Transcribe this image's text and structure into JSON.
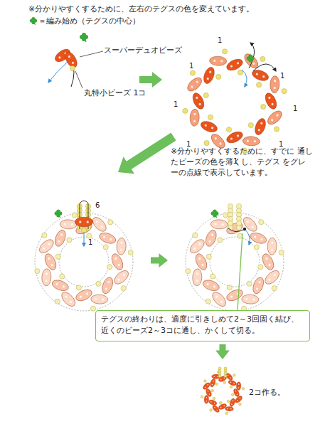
{
  "diagram": {
    "nodes": [
      {
        "text": [
          "テグスの終わりは、適度に引きしめて2～3回固く結び、近くのビーズ2～3コに通し、かくして切る。"
        ]
      }
    ],
    "labels": [
      "※分かりやすくするために、左右のテグスの色を変えています。",
      "スーパーデュオビーズ",
      "丸特小ビーズ 1コ",
      "1",
      "1",
      "1",
      "1",
      "1",
      "1",
      "1",
      "1",
      "※分かりやすくするために、すでに 通したビーズの色を薄くし、テグス をグレーの点線で表示しています。",
      "6",
      "1",
      "2コ作る。"
    ],
    "legend": [
      {
        "text": "＝編み始め（テグスの中心）"
      }
    ]
  }
}
